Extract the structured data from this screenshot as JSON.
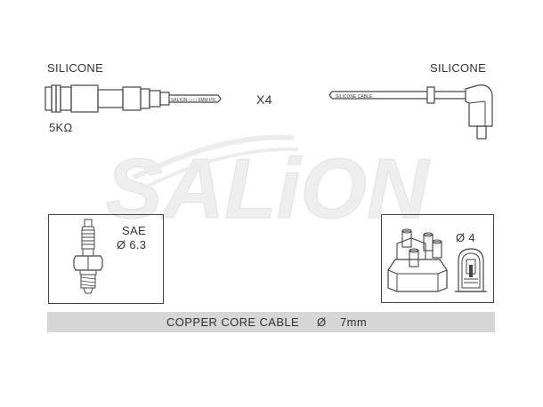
{
  "watermark": {
    "text": "SALiON"
  },
  "top_left": {
    "material_label": "SILICONE",
    "resistance_label": "5KΩ",
    "cable_print": "SALION ▭▭ 6MM PR"
  },
  "top_center": {
    "quantity_label": "X4"
  },
  "top_right": {
    "material_label": "SILICONE",
    "cable_print": "SILICONE CABLE"
  },
  "plug_box": {
    "standard_label": "SAE",
    "diameter_label": "Ø 6.3"
  },
  "coil_box": {
    "diameter_label": "Ø 4"
  },
  "footer_bar": {
    "cable_label": "COPPER CORE CABLE",
    "diameter_symbol": "Ø",
    "diameter_value": "7mm"
  },
  "colors": {
    "line": "#444444",
    "watermark": "#ececec",
    "bar": "#d6d6d6"
  }
}
